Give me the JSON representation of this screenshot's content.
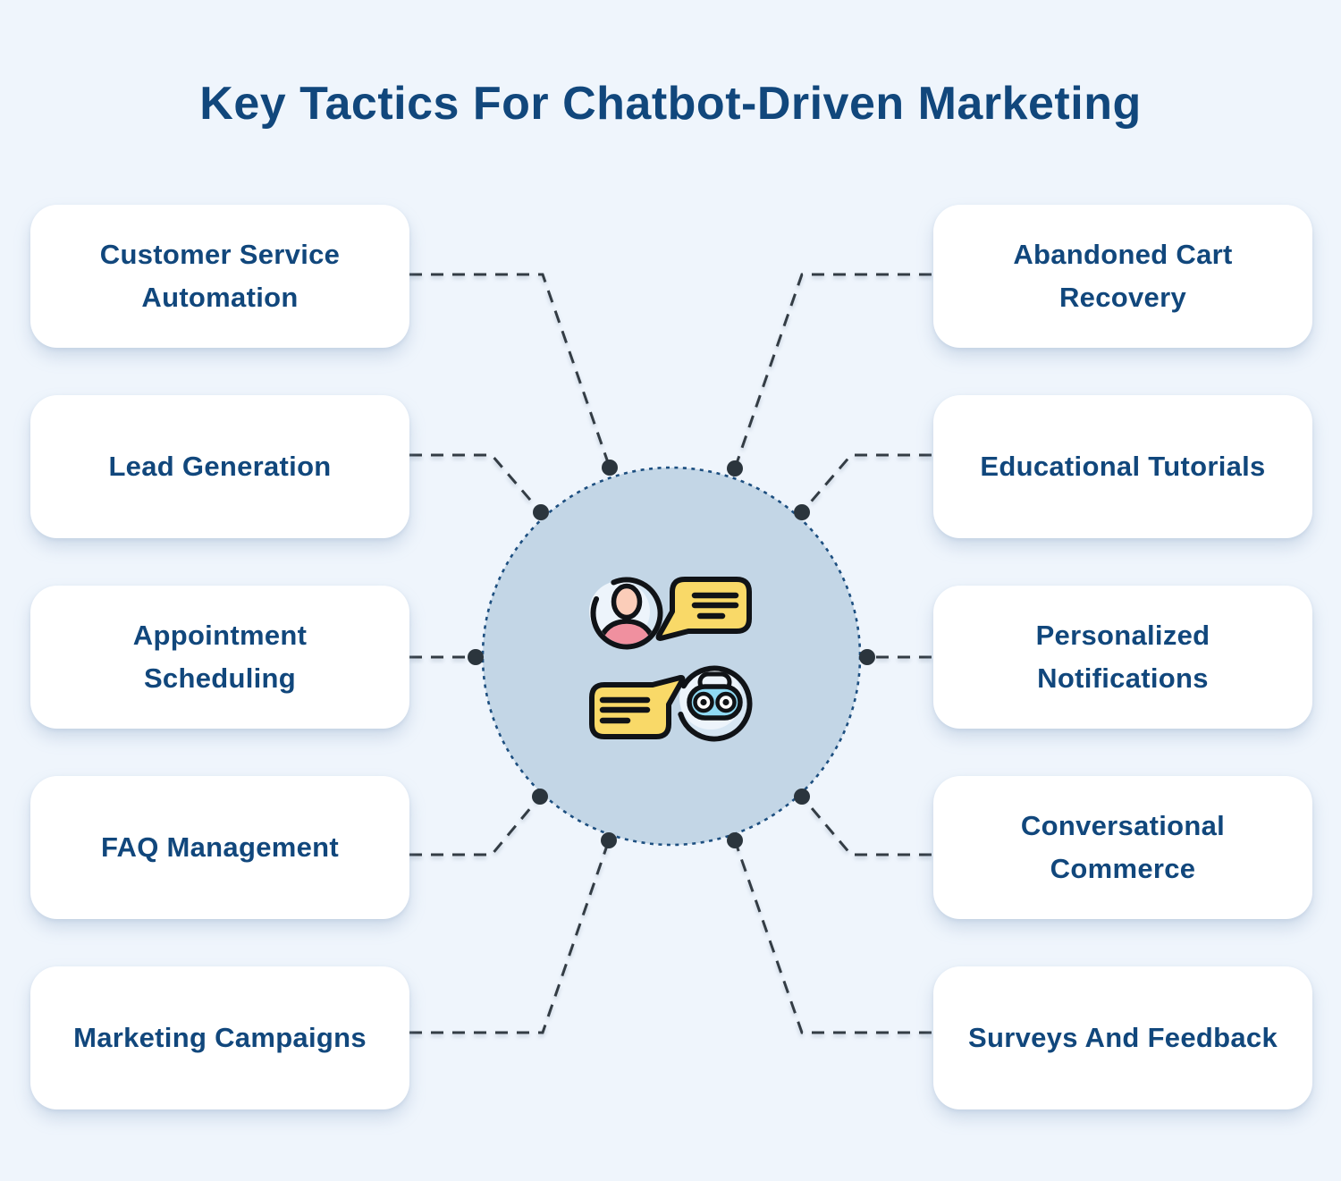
{
  "title": "Key Tactics For Chatbot-Driven Marketing",
  "tactics": {
    "left": [
      "Customer Service Automation",
      "Lead Generation",
      "Appointment Scheduling",
      "FAQ Management",
      "Marketing Campaigns"
    ],
    "right": [
      "Abandoned Cart Recovery",
      "Educational Tutorials",
      "Personalized Notifications",
      "Conversational Commerce",
      "Surveys And Feedback"
    ]
  },
  "hub": {
    "icons": [
      "user-avatar-icon",
      "chat-bubble-right-icon",
      "chat-bubble-left-icon",
      "robot-icon"
    ]
  },
  "colors": {
    "background": "#EFF5FC",
    "card_bg": "#FFFFFF",
    "text_navy": "#11477C",
    "hub_fill": "#C3D6E6",
    "hub_border": "#1D4F80",
    "connector": "#333C44",
    "dot": "#2B353D",
    "bubble_yellow": "#F9D968",
    "robot_face": "#8FD9F3",
    "person_body": "#F0909F",
    "person_skin": "#FBCDB9"
  }
}
